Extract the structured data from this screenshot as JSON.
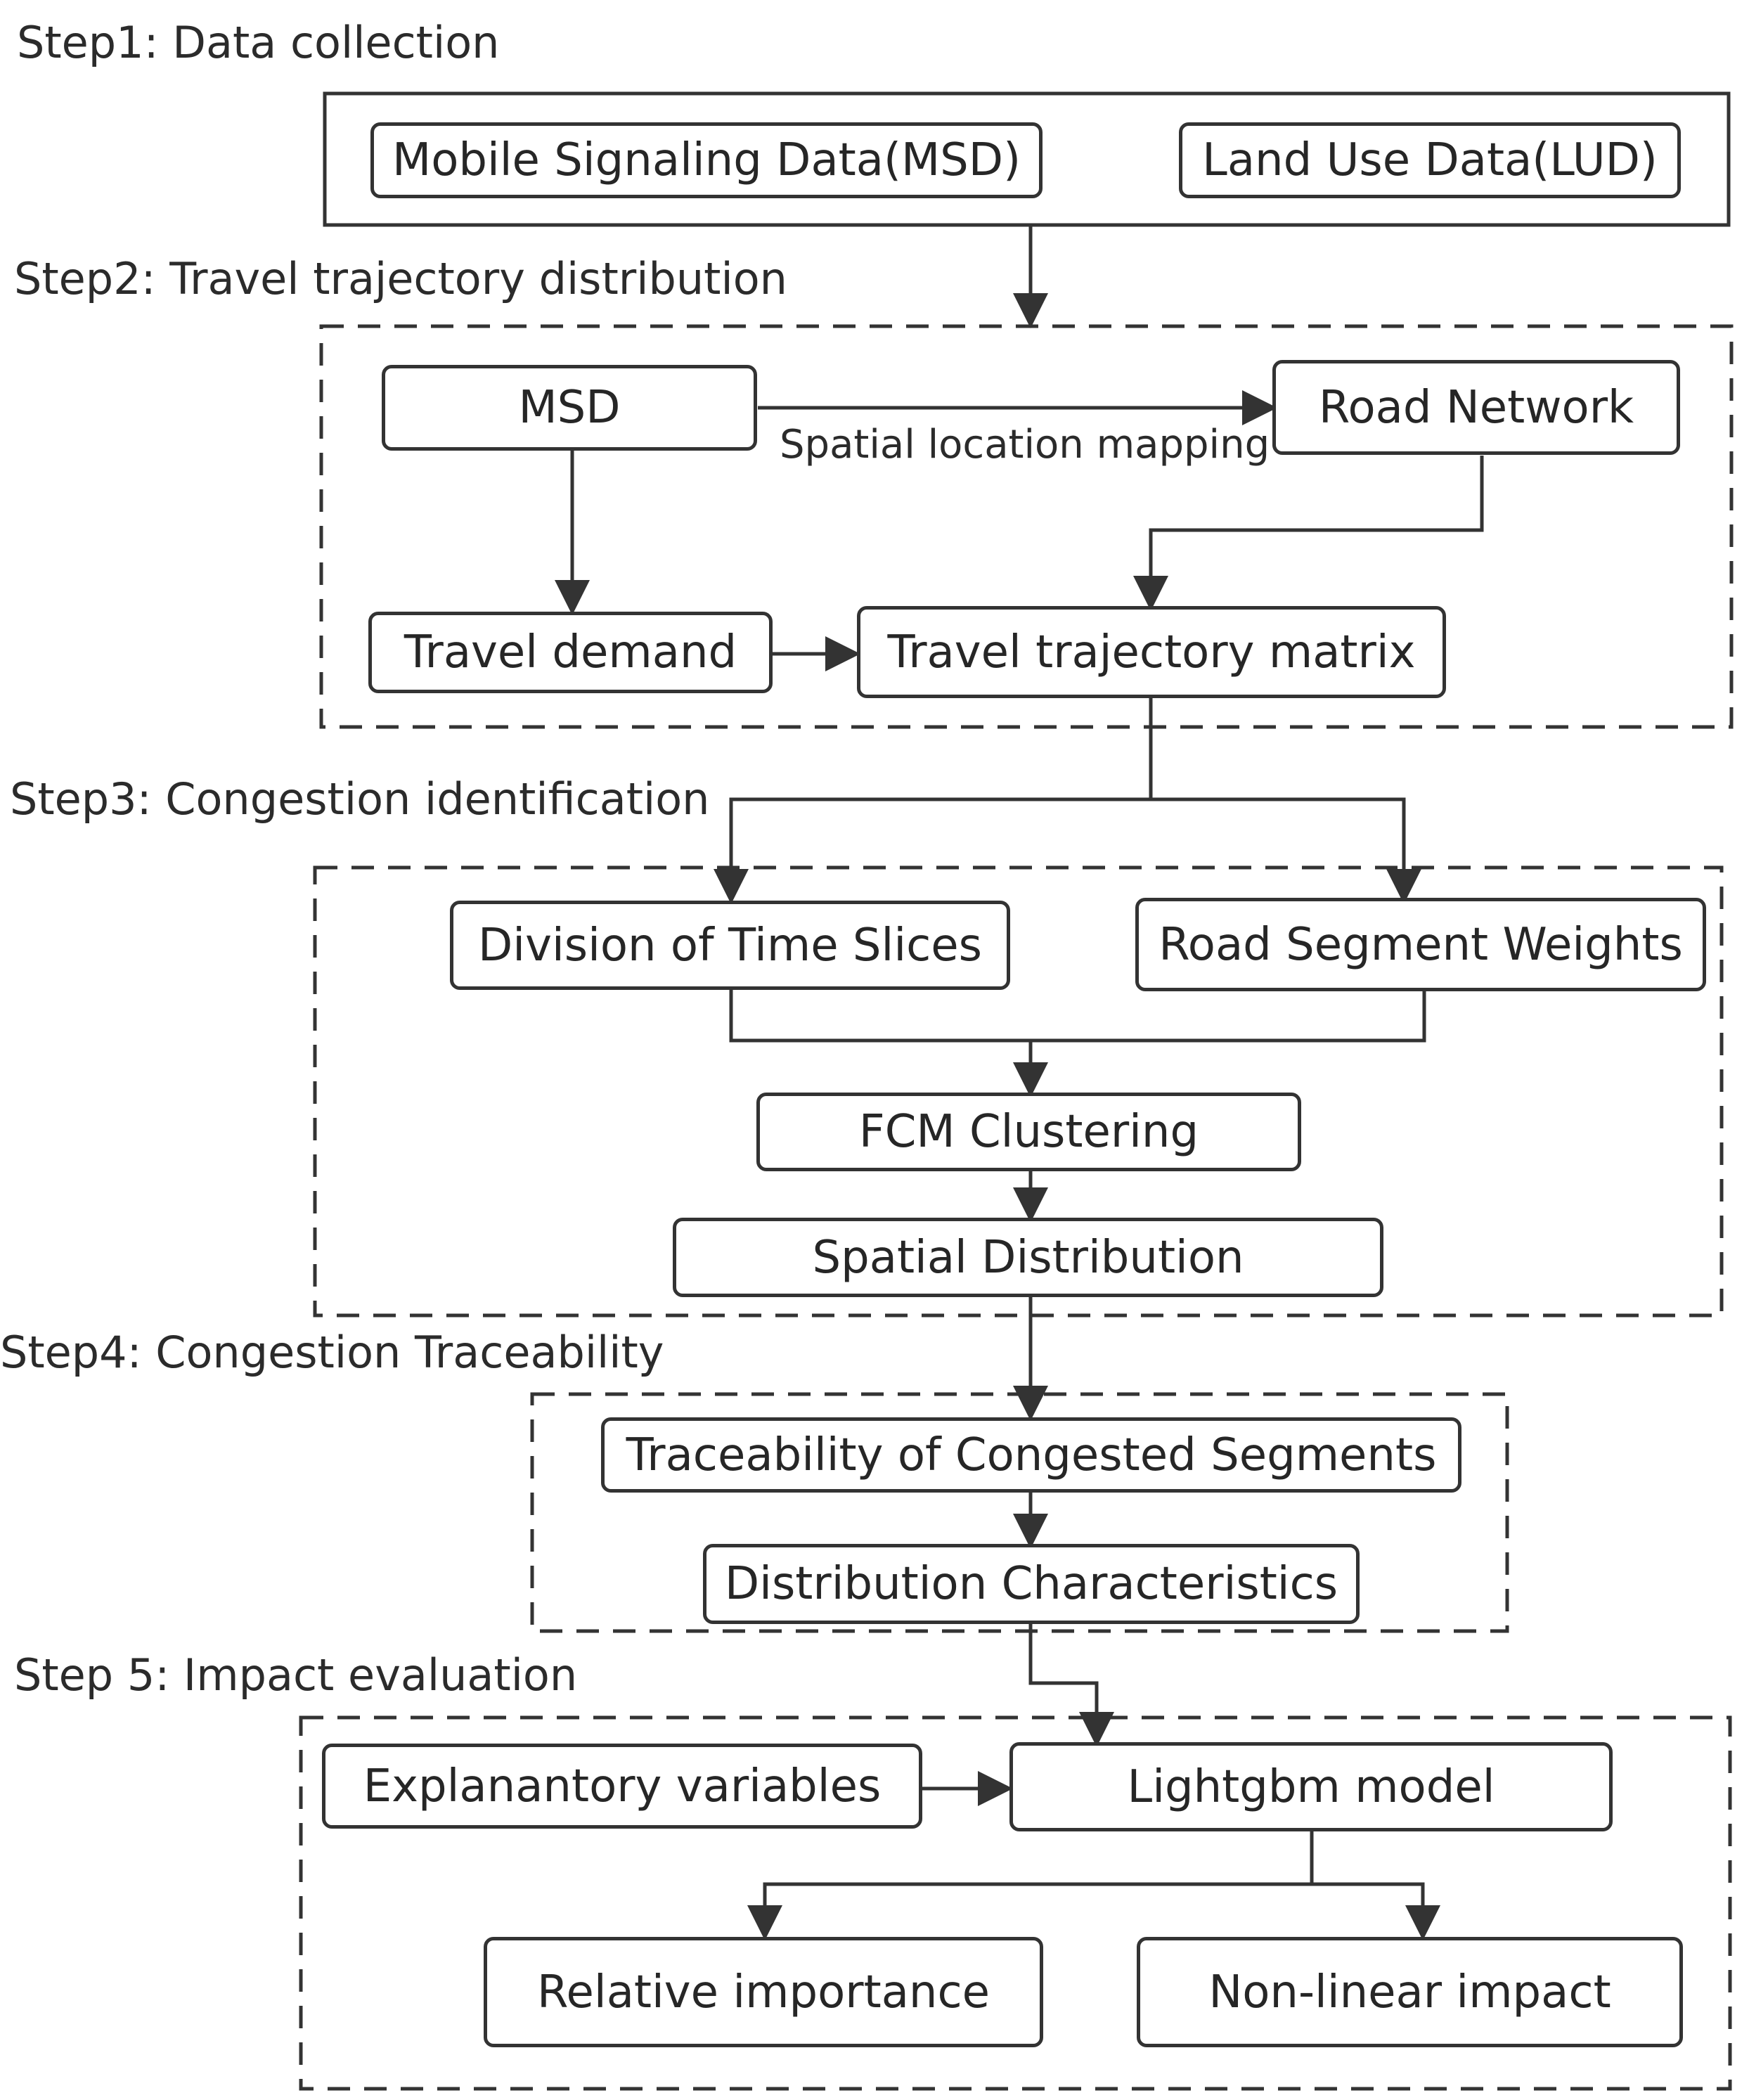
{
  "steps": {
    "step1": "Step1: Data collection",
    "step2": "Step2: Travel trajectory distribution",
    "step3": "Step3: Congestion identification",
    "step4": "Step4: Congestion Traceability",
    "step5": "Step 5: Impact evaluation"
  },
  "nodes": {
    "msd_full": "Mobile Signaling Data(MSD)",
    "lud": "Land Use Data(LUD)",
    "msd": "MSD",
    "road_network": "Road Network",
    "travel_demand": "Travel demand",
    "trajectory_matrix": "Travel trajectory matrix",
    "time_slices": "Division of Time Slices",
    "segment_weights": "Road Segment Weights",
    "fcm": "FCM Clustering",
    "spatial_dist": "Spatial Distribution",
    "traceability": "Traceability of Congested Segments",
    "dist_char": "Distribution Characteristics",
    "explanatory": "Explanantory variables",
    "lightgbm": "Lightgbm model",
    "relative_importance": "Relative importance",
    "nonlinear_impact": "Non-linear impact"
  },
  "edges": {
    "spatial_mapping": "Spatial location mapping"
  },
  "colors": {
    "stroke": "#333333",
    "text": "#262626"
  }
}
